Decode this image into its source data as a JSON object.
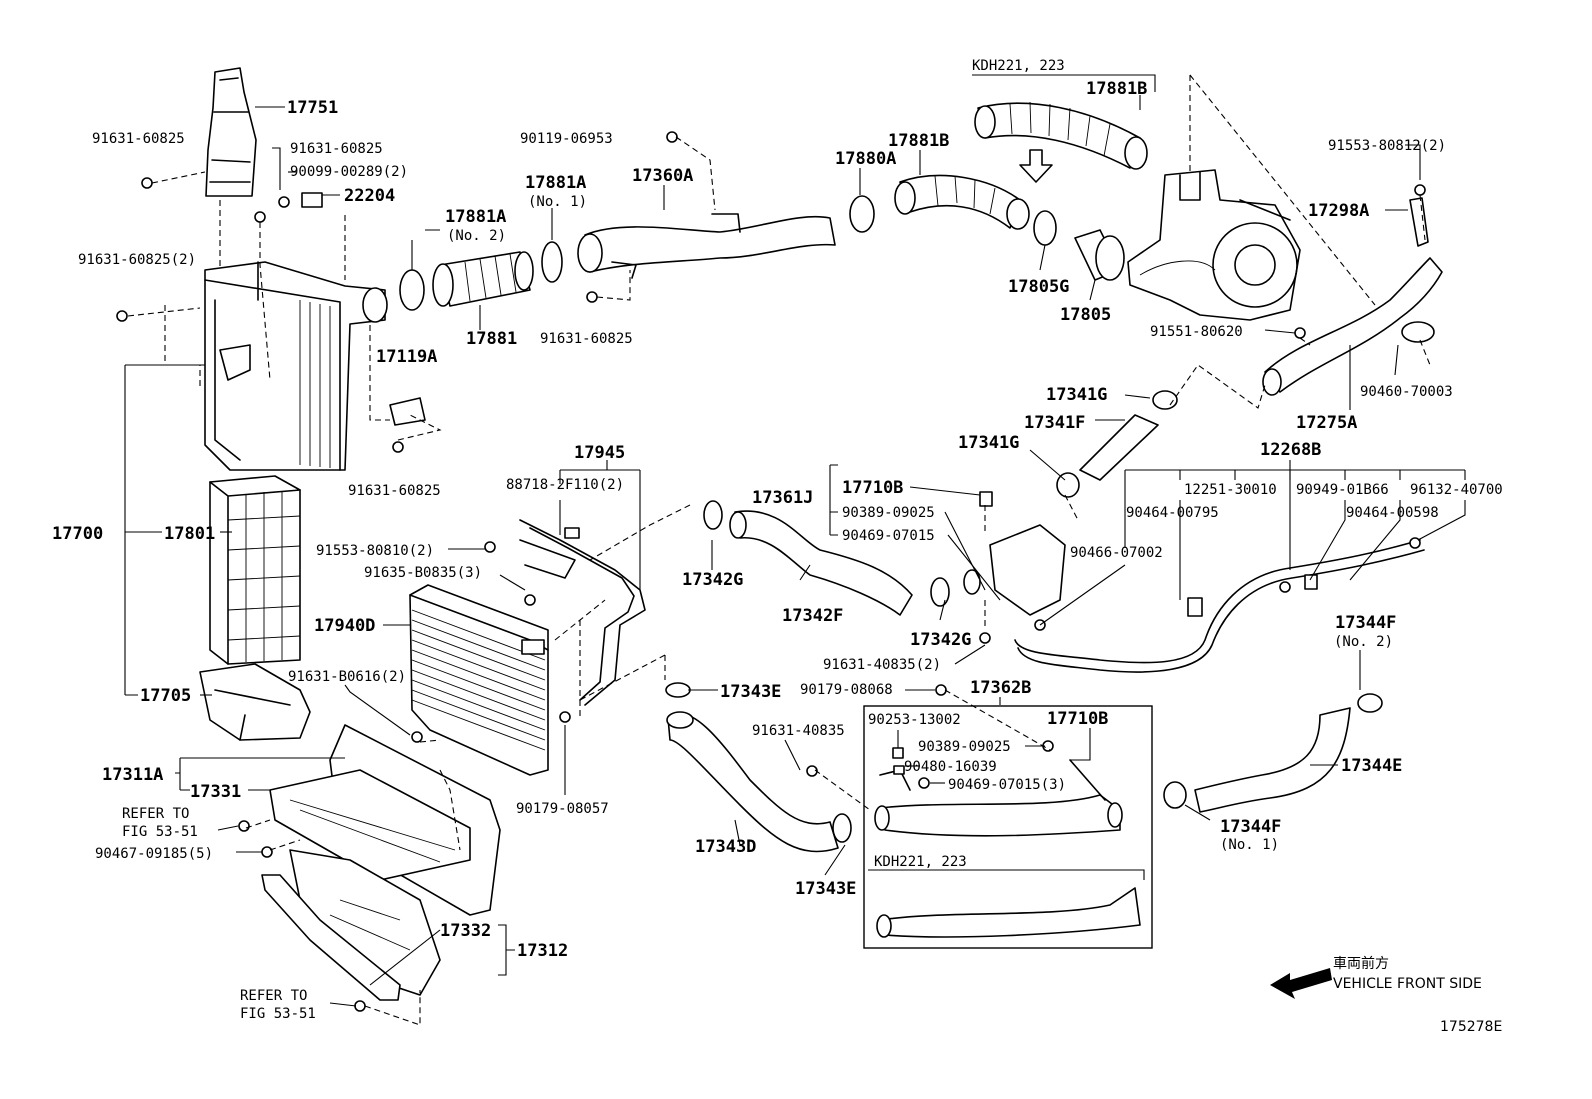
{
  "callouts": {
    "p17751": "17751",
    "p91631_60825_a": "91631-60825",
    "p91631_60825_b": "91631-60825",
    "p90099": "90099-00289(2)",
    "p22204": "22204",
    "p91631_60825_c": "91631-60825(2)",
    "p17881A_no2": "17881A",
    "p17881A_no2_sub": "(No. 2)",
    "p17881A_no1": "17881A",
    "p17881A_no1_sub": "(No. 1)",
    "p90119": "90119-06953",
    "p17360A": "17360A",
    "p17880A": "17880A",
    "p17881B_a": "17881B",
    "p17881B_b": "17881B",
    "kdh_top": "KDH221, 223",
    "p91553_80812": "91553-80812(2)",
    "p17298A": "17298A",
    "p17881": "17881",
    "p91631_60825_d": "91631-60825",
    "p17119A": "17119A",
    "p91631_60825_e": "91631-60825",
    "p17805G": "17805G",
    "p17805": "17805",
    "p91551": "91551-80620",
    "p90460": "90460-70003",
    "p17275A": "17275A",
    "p17341G_a": "17341G",
    "p17341F": "17341F",
    "p17341G_b": "17341G",
    "p12268B": "12268B",
    "p17945": "17945",
    "p88718": "88718-2F110(2)",
    "p17700": "17700",
    "p17801": "17801",
    "p91553_80810": "91553-80810(2)",
    "p91635": "91635-B0835(3)",
    "p17940D": "17940D",
    "p17361J": "17361J",
    "p17710B_a": "17710B",
    "p90389_a": "90389-09025",
    "p90469_a": "90469-07015",
    "p17342G_a": "17342G",
    "p17342F": "17342F",
    "p17342G_b": "17342G",
    "p90466": "90466-07002",
    "p12251": "12251-30010",
    "p90949": "90949-01B66",
    "p96132": "96132-40700",
    "p90464_a": "90464-00795",
    "p90464_b": "90464-00598",
    "p91631_B0616": "91631-B0616(2)",
    "p17705": "17705",
    "p91631_40835_a": "91631-40835(2)",
    "p90179_08068": "90179-08068",
    "p17362B": "17362B",
    "p17343E_a": "17343E",
    "p17344F_no2": "17344F",
    "p17344F_no2_sub": "(No. 2)",
    "p90253": "90253-13002",
    "p17710B_b": "17710B",
    "p90389_b": "90389-09025",
    "p90480": "90480-16039",
    "p90469_b": "90469-07015(3)",
    "p17311A": "17311A",
    "p17331": "17331",
    "p91631_40835_b": "91631-40835",
    "p90179_08057": "90179-08057",
    "p17344E": "17344E",
    "refer_a_1": "REFER TO",
    "refer_a_2": "FIG 53-51",
    "p90467": "90467-09185(5)",
    "p17343D": "17343D",
    "p17343E_b": "17343E",
    "p17344F_no1": "17344F",
    "p17344F_no1_sub": "(No. 1)",
    "kdh_bottom": "KDH221, 223",
    "p17332": "17332",
    "p17312": "17312",
    "refer_b_1": "REFER TO",
    "refer_b_2": "FIG 53-51"
  },
  "front_side": {
    "jp": "車両前方",
    "en": "VEHICLE FRONT SIDE"
  },
  "figure_number": "175278E"
}
